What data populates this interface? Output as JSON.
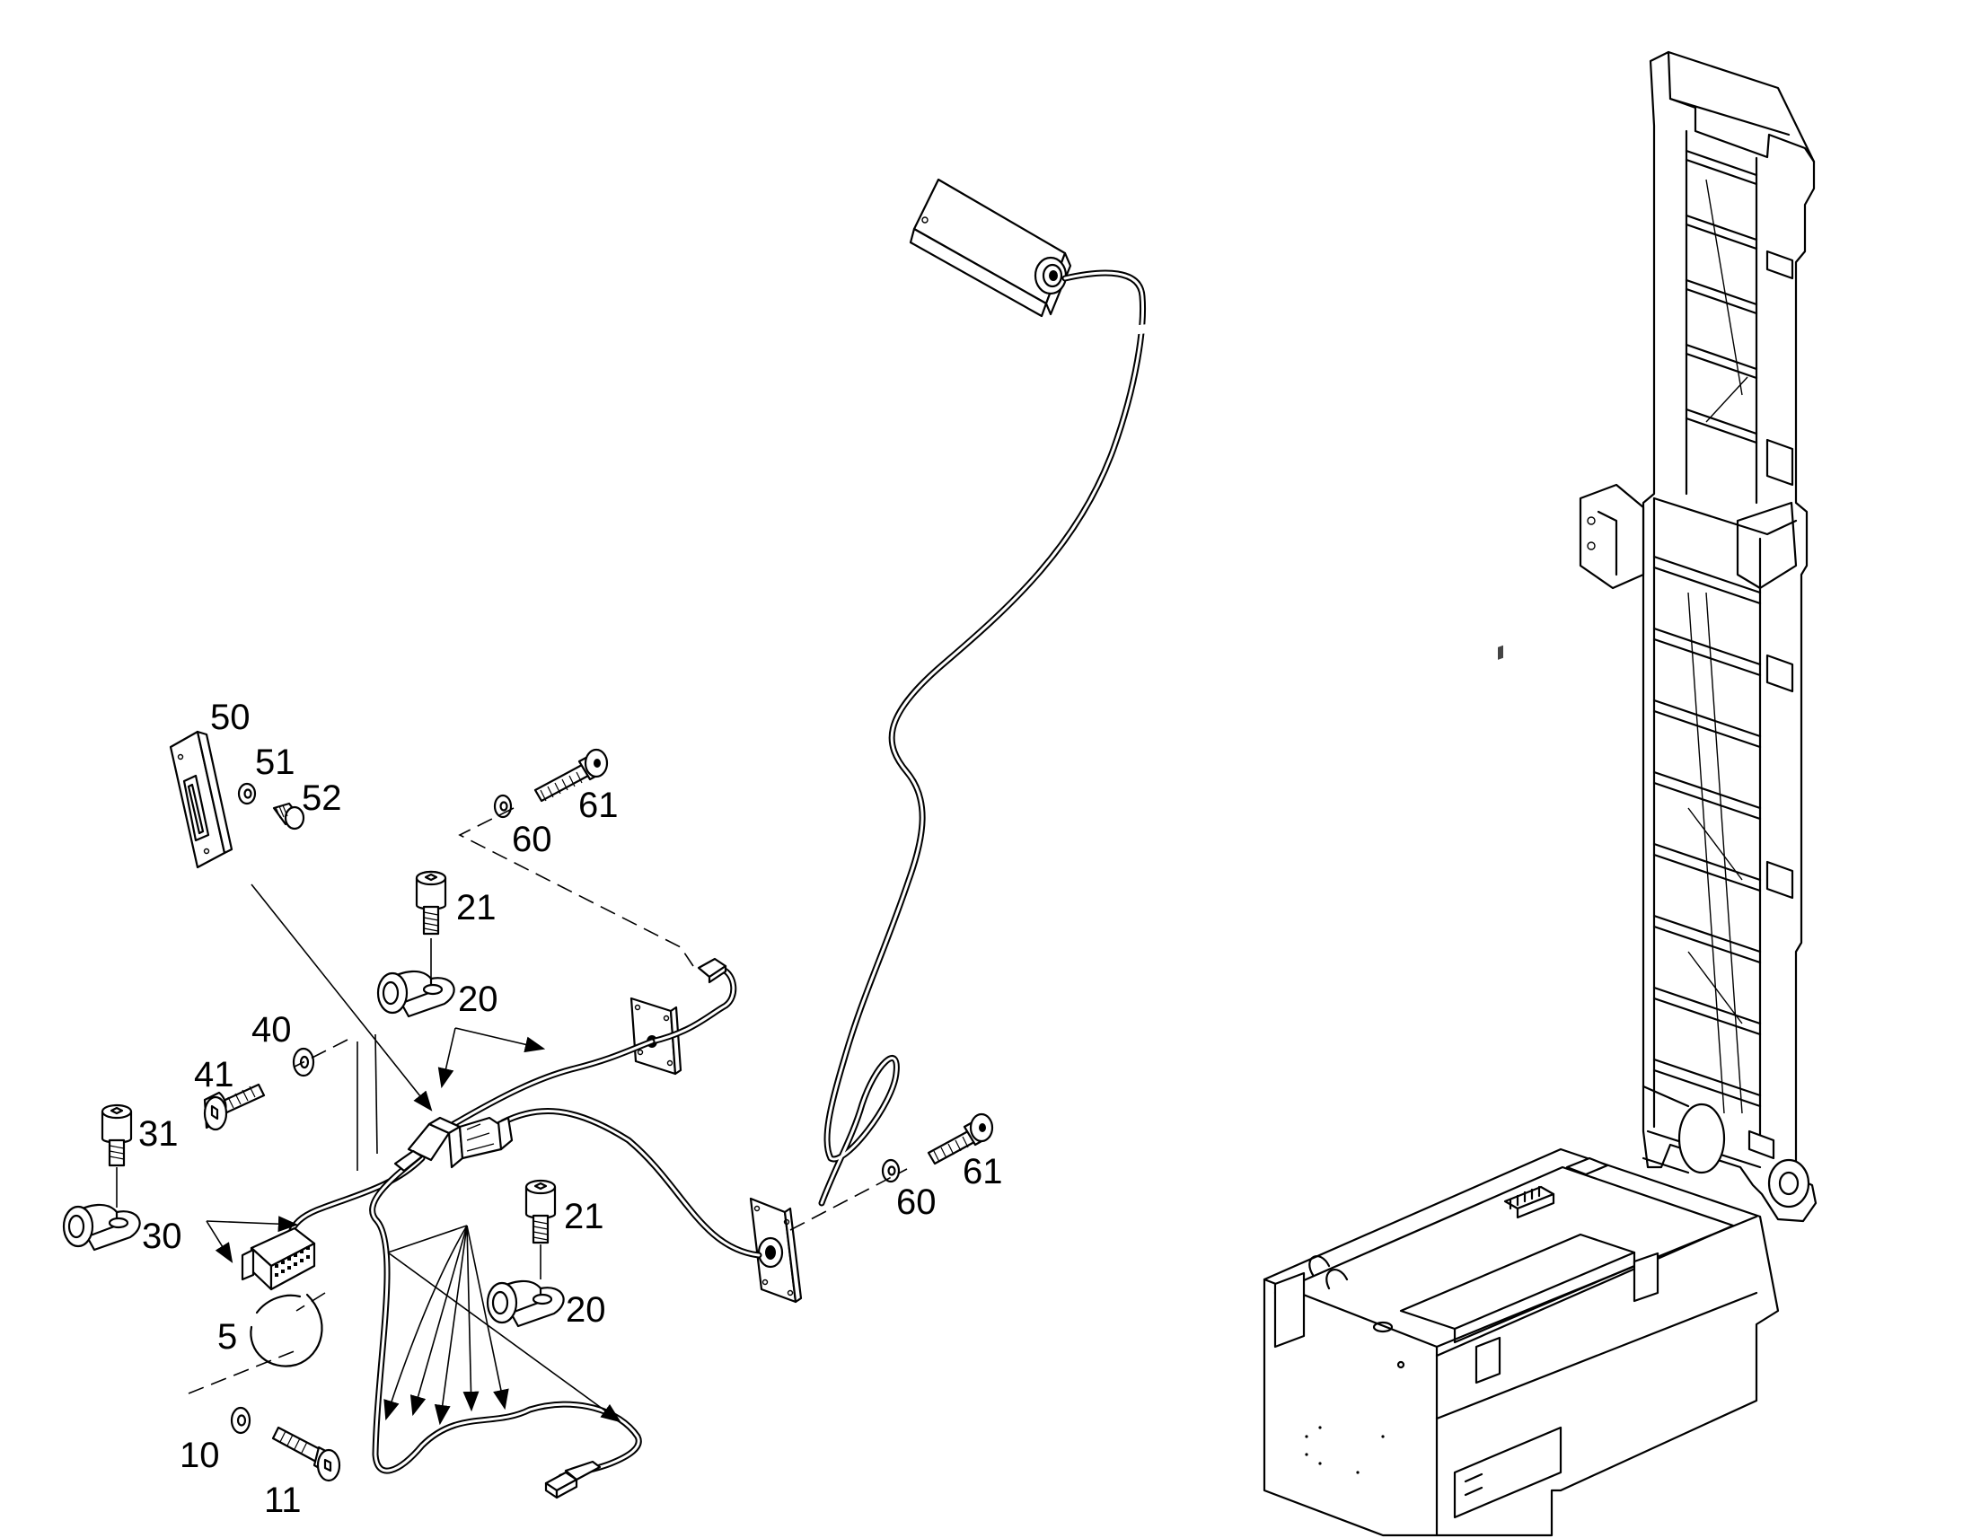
{
  "callouts": [
    {
      "id": "c50",
      "text": "50"
    },
    {
      "id": "c51",
      "text": "51"
    },
    {
      "id": "c52",
      "text": "52"
    },
    {
      "id": "c61a",
      "text": "61"
    },
    {
      "id": "c60a",
      "text": "60"
    },
    {
      "id": "c21a",
      "text": "21"
    },
    {
      "id": "c20a",
      "text": "20"
    },
    {
      "id": "c40",
      "text": "40"
    },
    {
      "id": "c41",
      "text": "41"
    },
    {
      "id": "c31",
      "text": "31"
    },
    {
      "id": "c30",
      "text": "30"
    },
    {
      "id": "c5",
      "text": "5"
    },
    {
      "id": "c21b",
      "text": "21"
    },
    {
      "id": "c20b",
      "text": "20"
    },
    {
      "id": "c61b",
      "text": "61"
    },
    {
      "id": "c60b",
      "text": "60"
    },
    {
      "id": "c10",
      "text": "10"
    },
    {
      "id": "c11",
      "text": "11"
    }
  ],
  "colors": {
    "line": "#000000",
    "background": "#ffffff"
  }
}
